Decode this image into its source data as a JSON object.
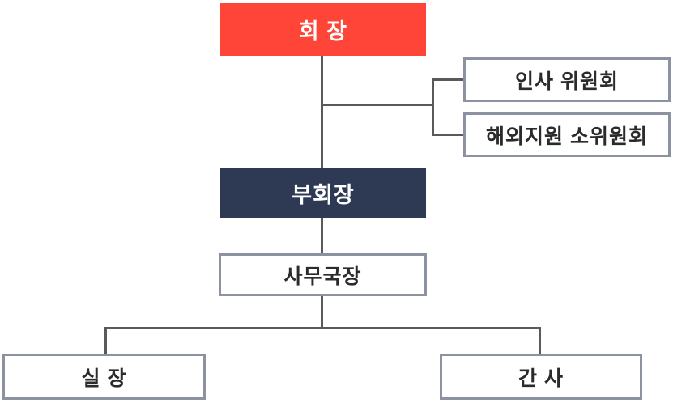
{
  "diagram": {
    "type": "org-chart",
    "language": "ko",
    "background": "#FFFFFF",
    "colors": {
      "chairman_bg": "#FF4438",
      "vice_chairman_bg": "#2E3A54",
      "outline_box_border": "#8D92A2",
      "outline_box_bg": "#FFFFFF",
      "outline_box_text": "#2B2B2B",
      "filled_box_text": "#FFFFFF",
      "connector_line": "#595A5C"
    },
    "nodes": {
      "chairman": {
        "label": "회 장"
      },
      "personnel_committee": {
        "label": "인사 위원회"
      },
      "overseas_subcommittee": {
        "label": "해외지원 소위원회"
      },
      "vice_chairman": {
        "label": "부회장"
      },
      "secretary_general": {
        "label": "사무국장"
      },
      "office_head": {
        "label": "실 장"
      },
      "secretary": {
        "label": "간 사"
      }
    },
    "edges": [
      {
        "from": "회 장",
        "to": "인사 위원회"
      },
      {
        "from": "회 장",
        "to": "해외지원 소위원회"
      },
      {
        "from": "회 장",
        "to": "부회장"
      },
      {
        "from": "부회장",
        "to": "사무국장"
      },
      {
        "from": "사무국장",
        "to": "실 장"
      },
      {
        "from": "사무국장",
        "to": "간 사"
      }
    ]
  }
}
